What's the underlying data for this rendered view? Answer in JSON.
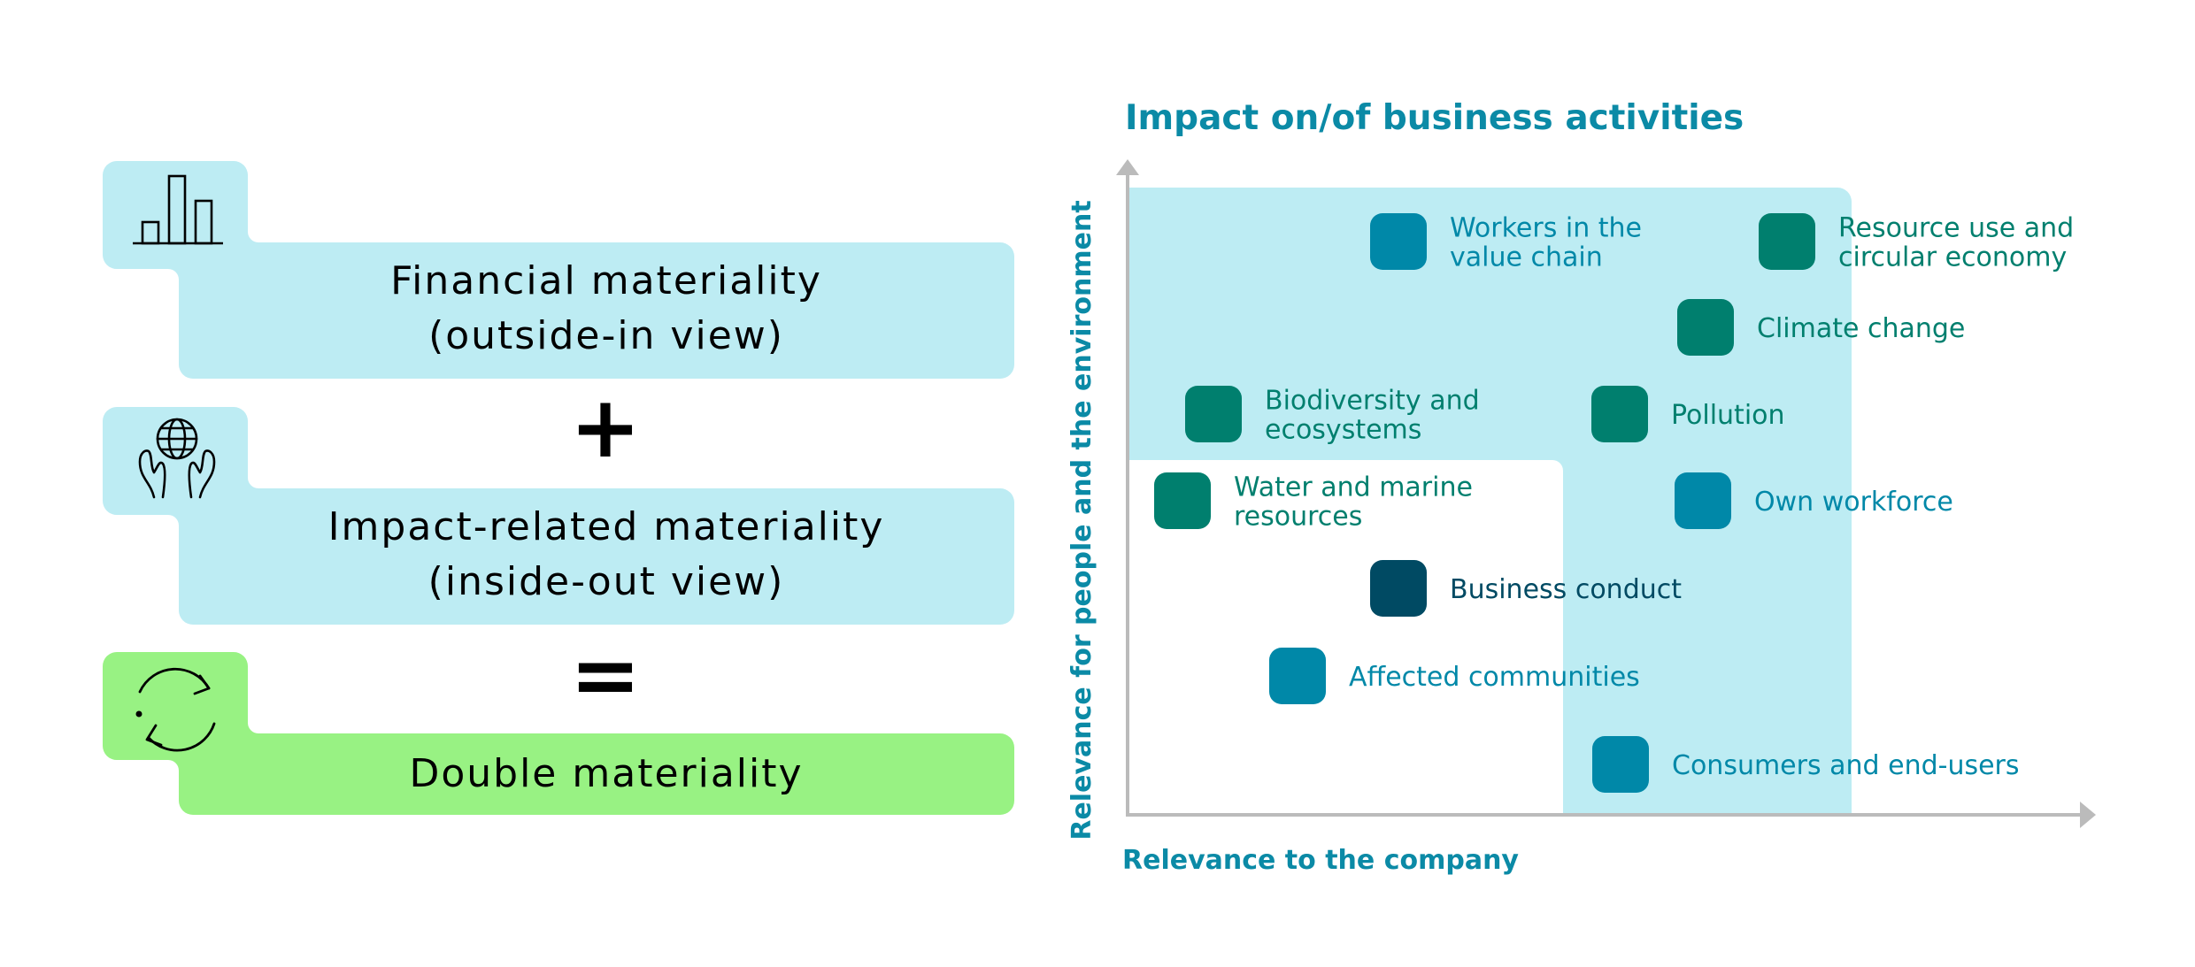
{
  "colors": {
    "light_blue": "#bdecf3",
    "green": "#98f283",
    "title_blue": "#0b8aa6",
    "axis_gray": "#bbbbbb",
    "teal": "#007f6e",
    "blue": "#0088a8",
    "navy": "#004a63",
    "black": "#000000"
  },
  "left_panel": {
    "blocks": [
      {
        "title": "Financial materiality",
        "subtitle": "(outside-in view)",
        "icon": "bar-chart-icon",
        "fill": "light_blue"
      },
      {
        "title": "Impact-related materiality",
        "subtitle": "(inside-out view)",
        "icon": "globe-in-hands-icon",
        "fill": "light_blue"
      },
      {
        "title": "Double materiality",
        "subtitle": "",
        "icon": "cycle-arrows-icon",
        "fill": "green"
      }
    ],
    "operators": [
      "+",
      "="
    ]
  },
  "matrix": {
    "title": "Impact on/of business activities",
    "x_axis_label": "Relevance to the company",
    "y_axis_label": "Relevance for people and the environment",
    "topics": [
      {
        "label": [
          "Workers in the",
          "value chain"
        ],
        "color": "blue"
      },
      {
        "label": [
          "Resource use and",
          "circular economy"
        ],
        "color": "teal"
      },
      {
        "label": [
          "Climate change"
        ],
        "color": "teal"
      },
      {
        "label": [
          "Biodiversity and",
          "ecosystems"
        ],
        "color": "teal"
      },
      {
        "label": [
          "Pollution"
        ],
        "color": "teal"
      },
      {
        "label": [
          "Water and marine",
          "resources"
        ],
        "color": "teal"
      },
      {
        "label": [
          "Own workforce"
        ],
        "color": "blue"
      },
      {
        "label": [
          "Business conduct"
        ],
        "color": "navy"
      },
      {
        "label": [
          "Affected communities"
        ],
        "color": "blue"
      },
      {
        "label": [
          "Consumers and end-users"
        ],
        "color": "blue"
      }
    ]
  }
}
